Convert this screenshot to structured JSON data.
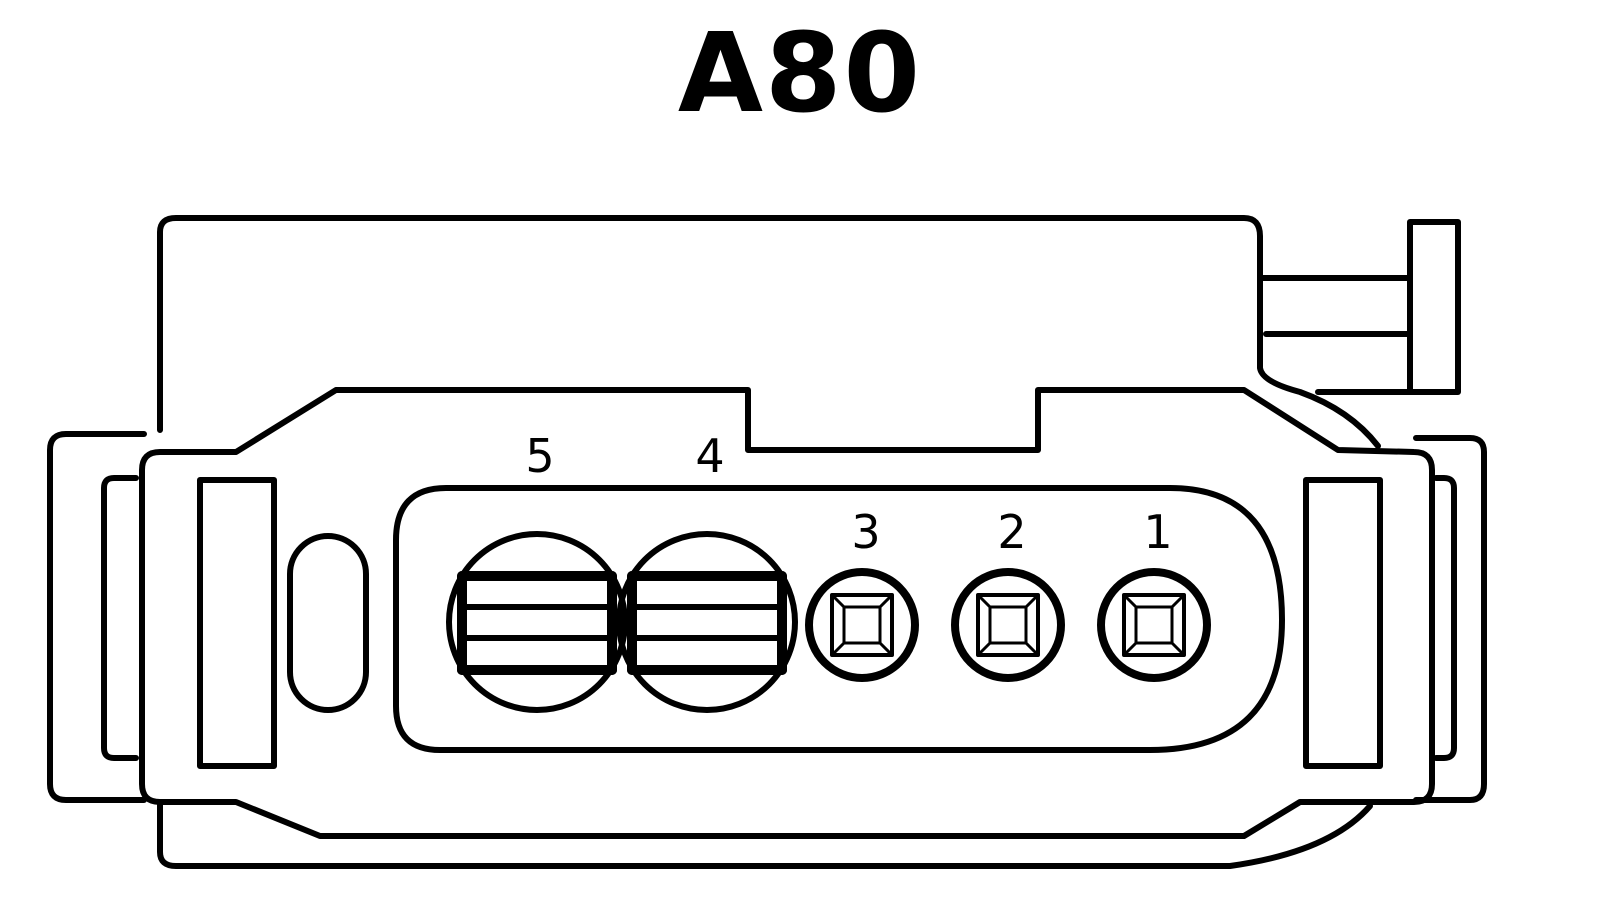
{
  "connector": {
    "name": "A80"
  },
  "pins": [
    {
      "number": "5",
      "shape": "large-round-blade"
    },
    {
      "number": "4",
      "shape": "large-round-blade"
    },
    {
      "number": "3",
      "shape": "small-round-square"
    },
    {
      "number": "2",
      "shape": "small-round-square"
    },
    {
      "number": "1",
      "shape": "small-round-square"
    }
  ],
  "colors": {
    "stroke": "#000000",
    "background": "#ffffff"
  }
}
